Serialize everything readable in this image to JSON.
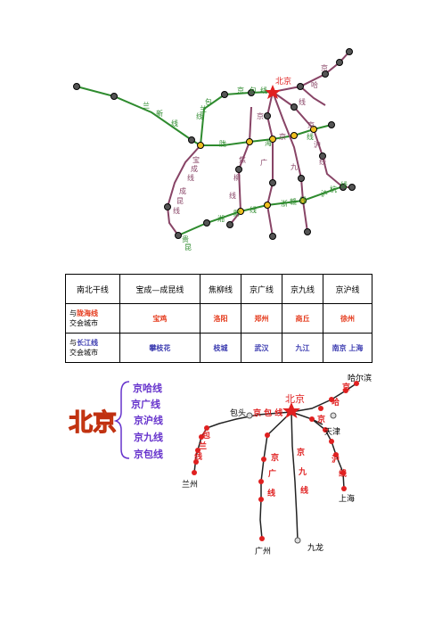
{
  "map1": {
    "beijing": "北京",
    "labels": {
      "lanxin": [
        "兰",
        "新",
        "线"
      ],
      "baolan": [
        "包",
        "兰",
        "线"
      ],
      "jingbao": [
        "京",
        "包",
        "线"
      ],
      "longhai": [
        "陇",
        "海",
        "线"
      ],
      "jingha": [
        "京",
        "哈",
        "线"
      ],
      "jingguang": [
        "京",
        "广"
      ],
      "jingjiu": [
        "九"
      ],
      "jinghu": [
        "京",
        "沪",
        "线"
      ],
      "baocheng": [
        "宝",
        "成",
        "线"
      ],
      "chengkun": [
        "成",
        "昆",
        "线"
      ],
      "jiaoliu": [
        "焦",
        "柳",
        "线"
      ],
      "xiangqian": [
        "湘",
        "黔",
        "线"
      ],
      "zhegan": [
        "浙",
        "赣",
        "线"
      ],
      "huhang": [
        "沪",
        "杭",
        "线"
      ],
      "guiyang_kunming": [
        "贵",
        "昆",
        "线"
      ],
      "jingjiu_mid": [
        "京"
      ]
    }
  },
  "table": {
    "headers": [
      "南北干线",
      "宝成—成昆线",
      "焦柳线",
      "京广线",
      "京九线",
      "京沪线"
    ],
    "rows": [
      {
        "label_pre": "与",
        "label_hl": "陇海线",
        "label_post": "交会城市",
        "hl_color": "#e53c1e",
        "cells": [
          "宝鸡",
          "洛阳",
          "郑州",
          "商丘",
          "徐州"
        ],
        "color": "#e53c1e"
      },
      {
        "label_pre": "与",
        "label_hl": "长江线",
        "label_post": "交会城市",
        "hl_color": "#3b3bb0",
        "cells": [
          "攀枝花",
          "枝城",
          "武汉",
          "九江",
          "南京 上海"
        ],
        "color": "#3b3bb0"
      }
    ]
  },
  "map2": {
    "title": "北京",
    "legend": [
      "京哈线",
      "京广线",
      "京沪线",
      "京九线",
      "京包线"
    ],
    "beijing": "北京",
    "cities": {
      "harbin": "哈尔滨",
      "baotou": "包头",
      "tianjin": "天津",
      "lanzhou": "兰州",
      "shanghai": "上海",
      "guangzhou": "广州",
      "jiulong": "九龙"
    },
    "line_labels": {
      "jingbao": "京 包 线",
      "baolan": [
        "包",
        "兰",
        "线"
      ],
      "jingguang": [
        "京",
        "广",
        "线"
      ],
      "jingjiu": [
        "京",
        "九",
        "线"
      ],
      "jinghu": [
        "京",
        "沪",
        "线"
      ],
      "jingha": [
        "京",
        "哈"
      ]
    }
  }
}
